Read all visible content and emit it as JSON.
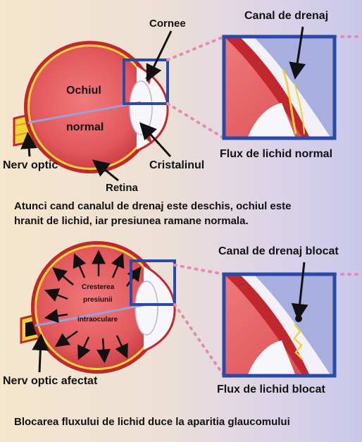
{
  "top": {
    "label_cornee": "Cornee",
    "label_canal": "Canal de drenaj",
    "label_ochiul": "Ochiul",
    "label_normal": "normal",
    "label_nerv": "Nerv optic",
    "label_cristalinul": "Cristalinul",
    "label_flux": "Flux de lichid normal",
    "label_retina": "Retina",
    "caption_line1": "Atunci cand canalul de drenaj este deschis, ochiul este",
    "caption_line2": "hranit de lichid, iar presiunea ramane normala."
  },
  "bottom": {
    "label_canal_blocat": "Canal de drenaj blocat",
    "label_crestere1": "Cresterea",
    "label_crestere2": "presiunii",
    "label_crestere3": "intraoculare",
    "label_nerv_afectat": "Nerv optic afectat",
    "label_flux_blocat": "Flux de lichid blocat",
    "caption": "Blocarea fluxului de lichid duce la aparitia glaucomului"
  },
  "colors": {
    "eye_fill": "#e2585c",
    "eye_dark": "#c0282e",
    "frame_blue": "#2a4aa8",
    "dotted_pink": "#e38bb2",
    "optic_yellow": "#f2d43a",
    "lens_white": "#f6f6fb"
  }
}
